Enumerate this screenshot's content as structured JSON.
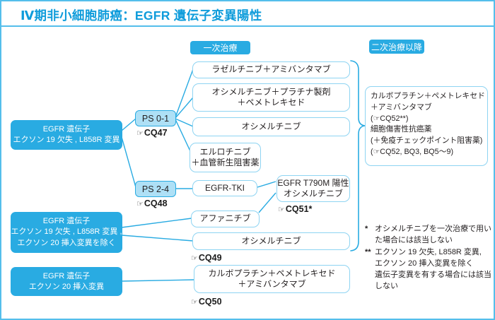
{
  "title": "Ⅳ期非小細胞肺癌：EGFR 遺伝子変異陽性",
  "legend": {
    "first_line": "一次治療",
    "second_line": "二次治療以降"
  },
  "left_boxes": [
    {
      "lines": [
        "EGFR 遺伝子",
        "エクソン 19 欠失 , L858R 変異"
      ]
    },
    {
      "lines": [
        "EGFR 遺伝子",
        "エクソン 19 欠失 , L858R 変異 ,",
        "エクソン 20 挿入変異を除く"
      ]
    },
    {
      "lines": [
        "EGFR 遺伝子",
        "エクソン 20 挿入変異"
      ]
    }
  ],
  "ps_nodes": [
    {
      "label": "PS 0-1"
    },
    {
      "label": "PS 2-4"
    }
  ],
  "treatment_boxes": {
    "lazertinib_amivantamab": {
      "lines": [
        "ラゼルチニブ＋アミバンタマブ"
      ]
    },
    "osimertinib_platinum_pemetrexed": {
      "lines": [
        "オシメルチニブ＋プラチナ製剤",
        "＋ペメトレキセド"
      ]
    },
    "osimertinib_ps01": {
      "lines": [
        "オシメルチニブ"
      ]
    },
    "erlotinib_angiogenesis": {
      "lines": [
        "エルロチニブ",
        "＋血管新生阻害薬"
      ]
    },
    "egfr_tki": {
      "lines": [
        "EGFR-TKI"
      ]
    },
    "t790m_osimertinib": {
      "lines": [
        "EGFR T790M 陽性",
        "オシメルチニブ"
      ]
    },
    "afatinib": {
      "lines": [
        "アファニチブ"
      ]
    },
    "osimertinib_2": {
      "lines": [
        "オシメルチニブ"
      ]
    },
    "carboplatin_pemetrexed_amivantamab": {
      "lines": [
        "カルボプラチン＋ペメトレキセド",
        "＋アミバンタマブ"
      ]
    }
  },
  "second_line_box": {
    "lines": [
      "カルボプラチン＋ペメトレキセド",
      "＋アミバンタマブ",
      "(☞CQ52**)",
      "細胞傷害性抗癌薬",
      "(＋免疫チェックポイント阻害薬)",
      "(☞CQ52, BQ3, BQ5～9)"
    ]
  },
  "refs": {
    "cq47": {
      "icon": "☞",
      "code": "CQ47"
    },
    "cq48": {
      "icon": "☞",
      "code": "CQ48"
    },
    "cq49": {
      "icon": "☞",
      "code": "CQ49"
    },
    "cq50": {
      "icon": "☞",
      "code": "CQ50"
    },
    "cq51": {
      "icon": "☞",
      "code": "CQ51*"
    }
  },
  "footnotes": [
    {
      "marker": "*",
      "lines": [
        "オシメルチニブを一次治療で用い",
        "た場合には該当しない"
      ]
    },
    {
      "marker": "**",
      "lines": [
        "エクソン 19 欠失, L858R 変異,",
        "エクソン 20 挿入変異を除く",
        "遺伝子変異を有する場合には該当",
        "しない"
      ]
    }
  ],
  "colors": {
    "accent": "#29ABE2",
    "light_border": "#8ED4F2",
    "ps_fill": "#AEE0F6",
    "title": "#0F9CDB",
    "frame": "#54BEEB",
    "text": "#231F20"
  }
}
